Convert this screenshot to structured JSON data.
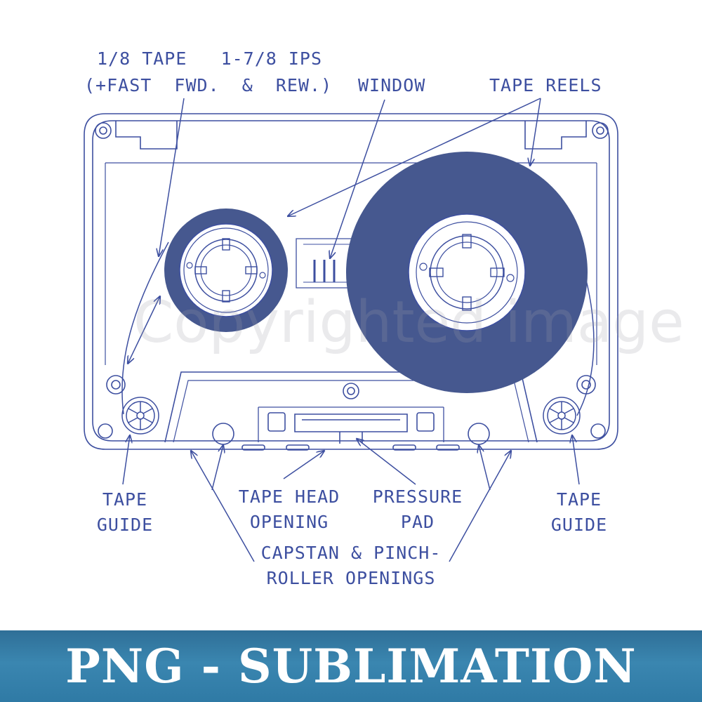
{
  "colors": {
    "line": "#3d4fa0",
    "reel_fill": "#46588f",
    "banner": "#2f7aa5",
    "banner_text": "#ffffff"
  },
  "labels": {
    "tape_speed_line1": "1/8 TAPE   1-7/8 IPS",
    "tape_speed_line2": "(+FAST  FWD.  &  REW.)",
    "window": "WINDOW",
    "tape_reels": "TAPE REELS",
    "tape_guide_left_1": "TAPE",
    "tape_guide_left_2": "GUIDE",
    "tape_head_1": "TAPE HEAD",
    "tape_head_2": "OPENING",
    "pressure_pad_1": "PRESSURE",
    "pressure_pad_2": "PAD",
    "tape_guide_right_1": "TAPE",
    "tape_guide_right_2": "GUIDE",
    "capstan_1": "CAPSTAN & PINCH-",
    "capstan_2": "ROLLER OPENINGS"
  },
  "watermark": "Copyrighted image",
  "banner": {
    "text": "PNG - SUBLIMATION"
  }
}
